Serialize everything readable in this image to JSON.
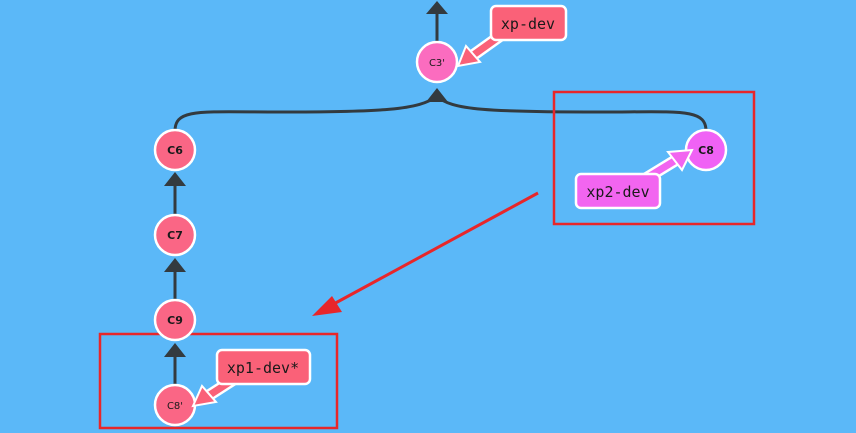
{
  "colors": {
    "background": "#5bb8f8",
    "commit_fill": "#fa6685",
    "commit_fill_alt": "#fb6cbf",
    "commit_fill_purple": "#f062f5",
    "commit_stroke": "#ffffff",
    "edge": "#333a3f",
    "ref_red": "#fa6178",
    "ref_purple": "#f265f0",
    "highlight": "#e8262a"
  },
  "commits": {
    "c3p": {
      "label": "C3'"
    },
    "c6": {
      "label": "C6"
    },
    "c7": {
      "label": "C7"
    },
    "c9": {
      "label": "C9"
    },
    "c8p": {
      "label": "C8'"
    },
    "c8": {
      "label": "C8"
    }
  },
  "refs": {
    "xp_dev": {
      "label": "xp-dev"
    },
    "xp2_dev": {
      "label": "xp2-dev"
    },
    "xp1_dev": {
      "label": "xp1-dev*"
    }
  }
}
